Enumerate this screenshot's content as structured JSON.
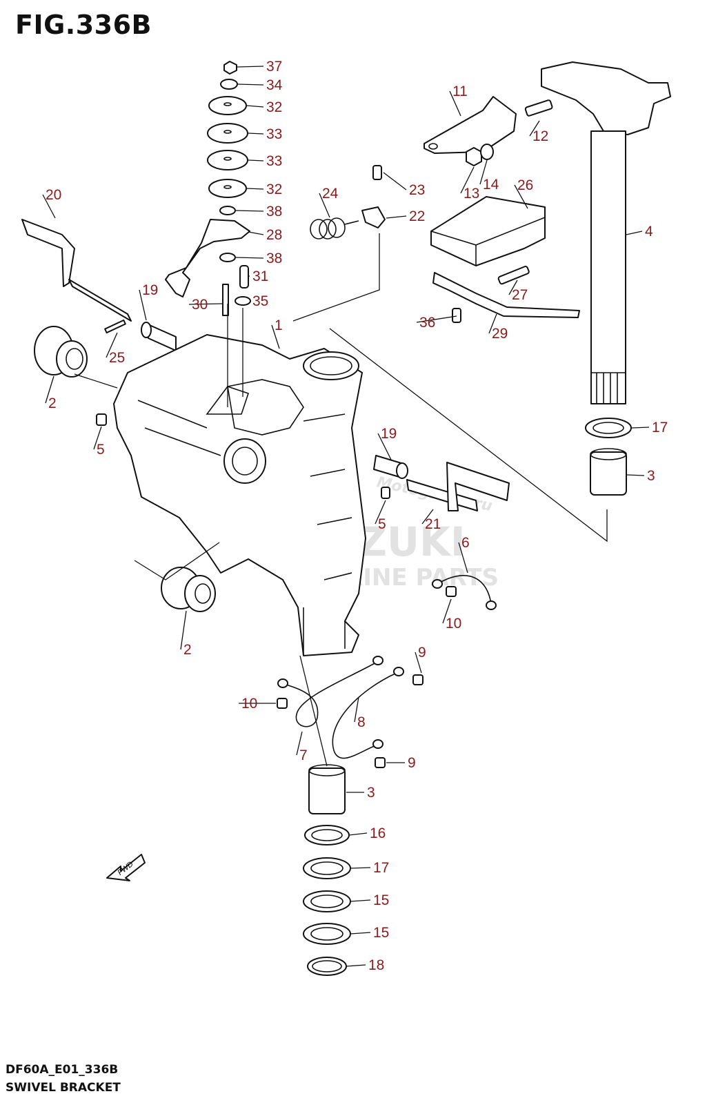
{
  "figure": {
    "title": "FIG.336B",
    "code": "DF60A_E01_336B",
    "name": "SWIVEL BRACKET"
  },
  "direction_arrow": "FWD",
  "watermarks": {
    "brand": "SUZUKI",
    "sub": "MARINE PARTS",
    "site": "Motogroup.ru"
  },
  "callouts": [
    "37",
    "34",
    "32",
    "33",
    "33",
    "32",
    "38",
    "28",
    "38",
    "31",
    "30",
    "35",
    "20",
    "19",
    "25",
    "2",
    "5",
    "1",
    "11",
    "12",
    "13",
    "14",
    "26",
    "4",
    "24",
    "23",
    "22",
    "27",
    "36",
    "29",
    "17",
    "3",
    "19",
    "5",
    "21",
    "6",
    "10",
    "2",
    "9",
    "10",
    "8",
    "7",
    "9",
    "3",
    "16",
    "17",
    "15",
    "15",
    "18"
  ],
  "colors": {
    "callout": "#8b1a1a",
    "line": "#111111"
  }
}
